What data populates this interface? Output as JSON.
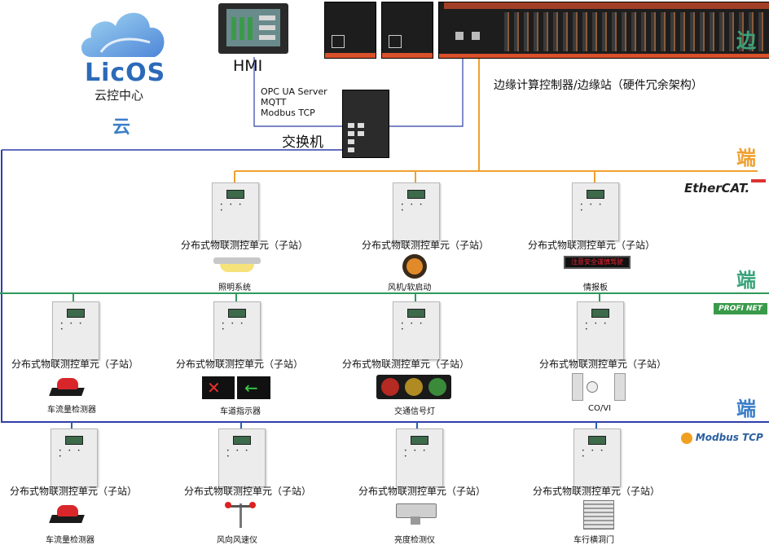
{
  "cloud": {
    "brand": "LicOS",
    "subtitle": "云控中心",
    "tier_label": "云"
  },
  "edge": {
    "hmi_label": "HMI",
    "protocols": [
      "OPC UA Server",
      "MQTT",
      "Modbus TCP"
    ],
    "switch_label": "交换机",
    "controller_label": "边缘计算控制器/边缘站（硬件冗余架构）",
    "tier_label": "边"
  },
  "tiers": {
    "end1": "端",
    "end2": "端",
    "end3": "端"
  },
  "buses": {
    "ethercat": "EtherCAT.",
    "profinet": "PROFI NET",
    "modbus": "Modbus TCP"
  },
  "station_label": "分布式物联测控单元（子站）",
  "rows": [
    {
      "devices": [
        "照明系统",
        "风机/软启动",
        "情报板"
      ]
    },
    {
      "devices": [
        "车流量检测器",
        "车道指示器",
        "交通信号灯",
        "CO/VI"
      ]
    },
    {
      "devices": [
        "车流量检测器",
        "风向风速仪",
        "亮度检测仪",
        "车行横洞门"
      ]
    }
  ],
  "info_board_text": "注意安全谨慎驾驶",
  "colors": {
    "ethercat_line": "#f0a030",
    "profinet_line": "#2f9a5c",
    "modbus_line": "#2f5fb0",
    "cloud_line": "#2f3fa8"
  }
}
